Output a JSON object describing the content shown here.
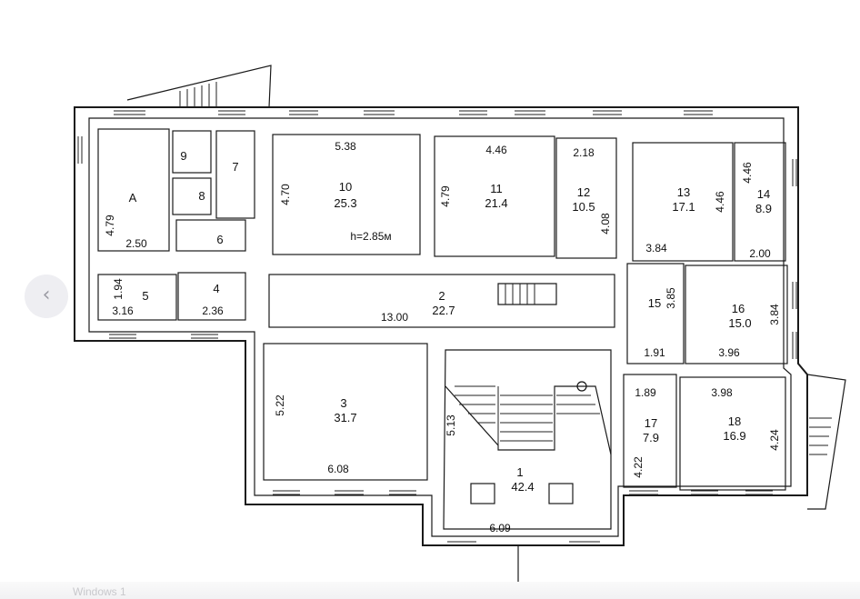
{
  "rooms": [
    {
      "id": "room-1",
      "number": "1",
      "area": "42.4"
    },
    {
      "id": "room-2",
      "number": "2",
      "area": "22.7"
    },
    {
      "id": "room-3",
      "number": "3",
      "area": "31.7"
    },
    {
      "id": "room-4",
      "number": "4",
      "area": ""
    },
    {
      "id": "room-5",
      "number": "5",
      "area": ""
    },
    {
      "id": "room-6",
      "number": "6",
      "area": ""
    },
    {
      "id": "room-7",
      "number": "7",
      "area": ""
    },
    {
      "id": "room-8",
      "number": "8",
      "area": ""
    },
    {
      "id": "room-9",
      "number": "9",
      "area": ""
    },
    {
      "id": "room-10",
      "number": "10",
      "area": "25.3"
    },
    {
      "id": "room-11",
      "number": "11",
      "area": "21.4"
    },
    {
      "id": "room-12",
      "number": "12",
      "area": "10.5"
    },
    {
      "id": "room-13",
      "number": "13",
      "area": "17.1"
    },
    {
      "id": "room-14",
      "number": "14",
      "area": "8.9"
    },
    {
      "id": "room-15",
      "number": "15",
      "area": ""
    },
    {
      "id": "room-16",
      "number": "16",
      "area": "15.0"
    },
    {
      "id": "room-17",
      "number": "17",
      "area": "7.9"
    },
    {
      "id": "room-18",
      "number": "18",
      "area": "16.9"
    },
    {
      "id": "room-a",
      "number": "А",
      "area": ""
    }
  ],
  "dimensions": {
    "d_538": "5.38",
    "d_470": "4.70",
    "d_446a": "4.46",
    "d_479a": "4.79",
    "d_218": "2.18",
    "d_408": "4.08",
    "d_446b": "4.46",
    "d_446c": "4.46",
    "d_384a": "3.84",
    "d_200": "2.00",
    "d_479b": "4.79",
    "d_250": "2.50",
    "d_194": "1.94",
    "d_316": "3.16",
    "d_236": "2.36",
    "d_1300": "13.00",
    "d_385": "3.85",
    "d_384b": "3.84",
    "d_191": "1.91",
    "d_396": "3.96",
    "d_522": "5.22",
    "d_608": "6.08",
    "d_513": "5.13",
    "d_609": "6.09",
    "d_189": "1.89",
    "d_398": "3.98",
    "d_422": "4.22",
    "d_424": "4.24"
  },
  "ceiling_height": "h=2.85м",
  "nav": {
    "prev_symbol": "‹"
  },
  "footer": {
    "text": "Windows 1"
  }
}
